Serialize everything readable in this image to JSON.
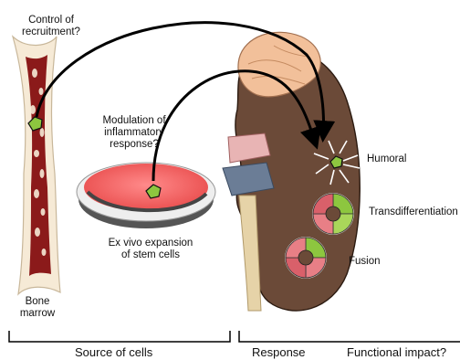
{
  "labels": {
    "control_line1": "Control of",
    "control_line2": "recruitment?",
    "modulation_line1": "Modulation of",
    "modulation_line2": "inflammatory",
    "modulation_line3": "response?",
    "exvivo_line1": "Ex vivo expansion",
    "exvivo_line2": "of stem cells",
    "bone_line1": "Bone",
    "bone_line2": "marrow",
    "humoral": "Humoral",
    "transdiff": "Transdifferentiation",
    "fusion": "Fusion"
  },
  "footer": {
    "source": "Source of cells",
    "response": "Response",
    "impact": "Functional impact?"
  },
  "colors": {
    "bone_marrow": "#8b1a1a",
    "stem_cell": "#8dc63f",
    "kidney": "#6b4a38",
    "dish_media": "#f06a6a",
    "adrenal": "#f2c09a",
    "vessel": "#6b7d96"
  }
}
